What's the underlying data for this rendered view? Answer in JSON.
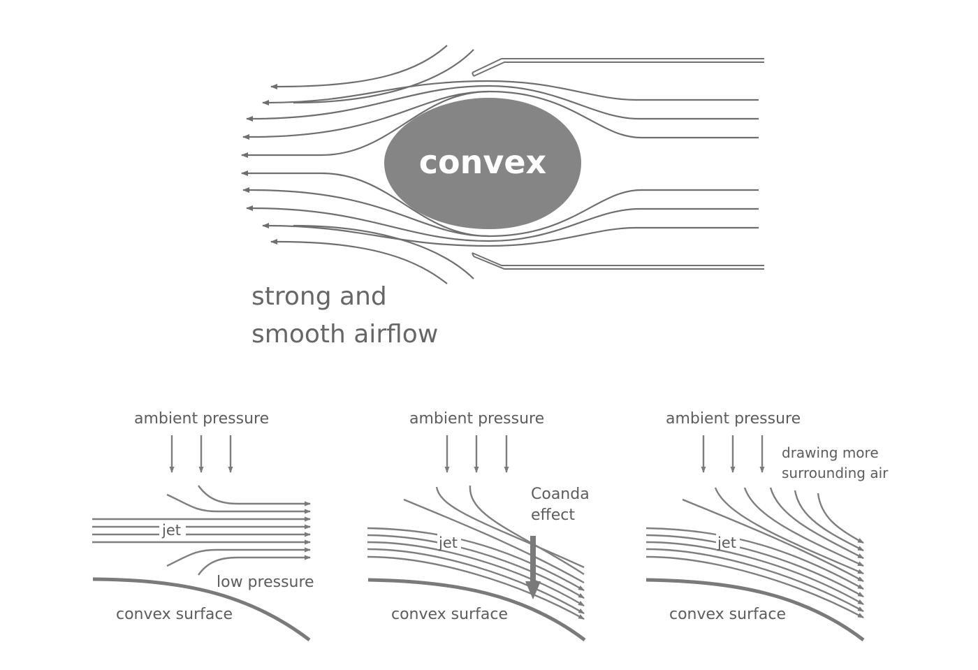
{
  "top_diagram": {
    "object_label": "convex",
    "caption_line1": "strong and",
    "caption_line2": "smooth airflow",
    "colors": {
      "object_fill": "#858585",
      "stroke": "#6e6e6e",
      "text": "#666666"
    }
  },
  "panels": [
    {
      "id": "panel-1",
      "ambient_label": "ambient pressure",
      "jet_label": "jet",
      "surface_label": "convex surface",
      "extra_label": "low pressure"
    },
    {
      "id": "panel-2",
      "ambient_label": "ambient pressure",
      "jet_label": "jet",
      "surface_label": "convex surface",
      "extra_label_line1": "Coanda",
      "extra_label_line2": "effect"
    },
    {
      "id": "panel-3",
      "ambient_label": "ambient pressure",
      "jet_label": "jet",
      "surface_label": "convex surface",
      "extra_label_line1": "drawing more",
      "extra_label_line2": "surrounding air"
    }
  ]
}
